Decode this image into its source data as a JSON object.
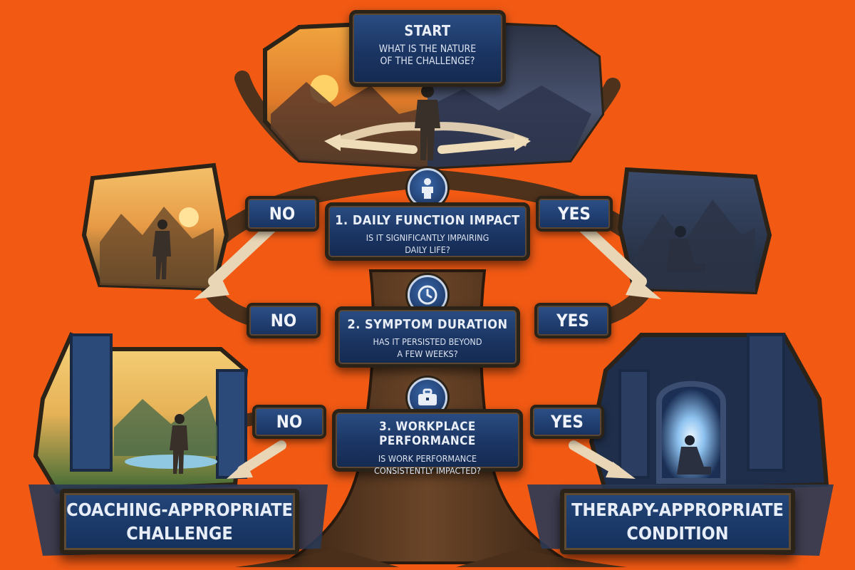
{
  "start": {
    "title": "START",
    "question_line1": "WHAT IS THE NATURE",
    "question_line2": "OF THE CHALLENGE?"
  },
  "steps": [
    {
      "title": "1. DAILY FUNCTION IMPACT",
      "question_line1": "IS IT SIGNIFICANTLY IMPAIRING",
      "question_line2": "DAILY LIFE?",
      "icon": "person-icon",
      "no_label": "NO",
      "yes_label": "YES"
    },
    {
      "title": "2. SYMPTOM DURATION",
      "question_line1": "HAS IT PERSISTED BEYOND",
      "question_line2": "A FEW WEEKS?",
      "icon": "clock-icon",
      "no_label": "NO",
      "yes_label": "YES"
    },
    {
      "title": "3. WORKPLACE PERFORMANCE",
      "question_line1": "IS WORK PERFORMANCE",
      "question_line2": "CONSISTENTLY IMPACTED?",
      "icon": "briefcase-icon",
      "no_label": "NO",
      "yes_label": "YES"
    }
  ],
  "outcomes": {
    "no_line1": "COACHING-APPROPRIATE",
    "no_line2": "CHALLENGE",
    "yes_line1": "THERAPY-APPROPRIATE",
    "yes_line2": "CONDITION"
  },
  "colors": {
    "background": "#f25a14",
    "sign_blue": "#1b3563",
    "wood": "#5a3a22",
    "arrow": "#e9d6b6"
  }
}
